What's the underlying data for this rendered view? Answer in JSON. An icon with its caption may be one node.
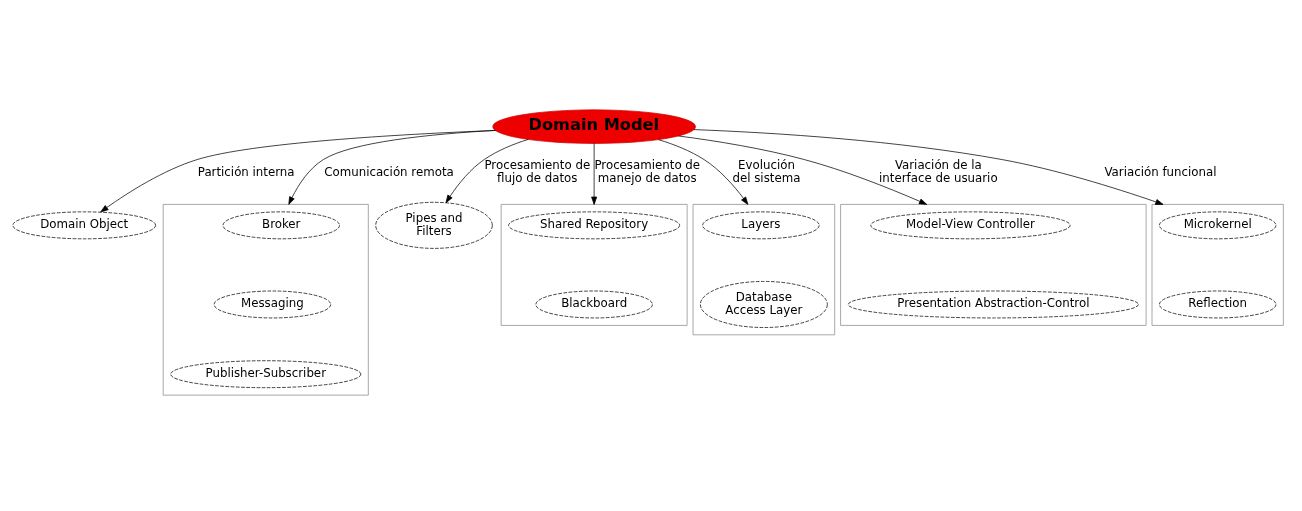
{
  "diagram": {
    "nodes": [
      {
        "text": [
          "Domain Model"
        ]
      },
      {
        "text": [
          "Domain Object"
        ]
      },
      {
        "text": [],
        "shape": "box"
      },
      {
        "text": [
          "Broker"
        ],
        "in": 2
      },
      {
        "text": [
          "Messaging"
        ],
        "in": 2
      },
      {
        "text": [
          "Publisher-Subscriber"
        ],
        "in": 2
      },
      {
        "text": [
          "Pipes and Filters"
        ]
      },
      {
        "text": [],
        "shape": "box"
      },
      {
        "text": [
          "Shared Repository"
        ],
        "in": 7
      },
      {
        "text": [
          "Blackboard"
        ],
        "in": 7
      },
      {
        "text": [],
        "shape": "box"
      },
      {
        "text": [
          "Layers"
        ],
        "in": 10
      },
      {
        "text": [
          "Database Access Layer"
        ],
        "in": 10
      },
      {
        "text": [],
        "shape": "box"
      },
      {
        "text": [
          "Model-View Controller"
        ],
        "in": 13
      },
      {
        "text": [
          "Presentation Abstraction-Control"
        ],
        "in": 13
      },
      {
        "text": [],
        "shape": "box"
      },
      {
        "text": [
          "Microkernel"
        ],
        "in": 16
      },
      {
        "text": [
          "Reflection"
        ],
        "in": 16
      }
    ],
    "edges": [
      {
        "from": 0,
        "to": 1,
        "arrow": "to",
        "label": "Partición interna"
      },
      {
        "from": 0,
        "to": 2,
        "arrow": "to",
        "label": "Comunicación remota"
      },
      {
        "from": 0,
        "to": 6,
        "arrow": "to",
        "label": "Procesamiento de flujo de datos"
      },
      {
        "from": 0,
        "to": 7,
        "arrow": "to",
        "label": "Procesamiento de manejo de datos"
      },
      {
        "from": 0,
        "to": 10,
        "arrow": "to",
        "label": "Evolución del sistema"
      },
      {
        "from": 0,
        "to": 13,
        "arrow": "to",
        "label": "Variación de la interface de usuario"
      },
      {
        "from": 0,
        "to": 16,
        "arrow": "to",
        "label": "Variación funcional"
      }
    ]
  }
}
